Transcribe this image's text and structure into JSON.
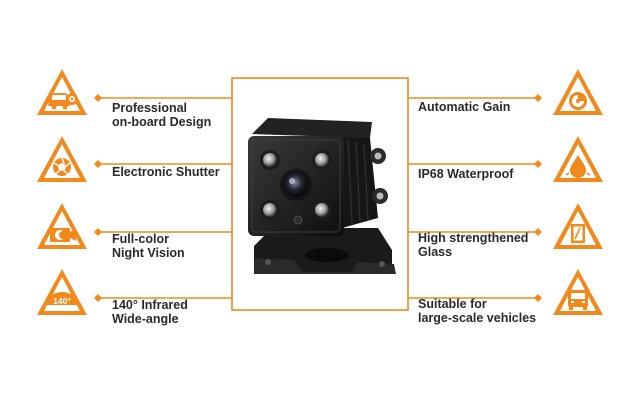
{
  "accent_color": "#f08a1c",
  "left_features": [
    {
      "icon": "car-camera-icon",
      "label": "Professional\non-board Design"
    },
    {
      "icon": "aperture-shutter-icon",
      "label": "Electronic Shutter"
    },
    {
      "icon": "night-camera-moon-icon",
      "label": "Full-color\nNight Vision"
    },
    {
      "icon": "wide-angle-140-icon",
      "label": "140° Infrared\nWide-angle",
      "badge": "140°"
    }
  ],
  "right_features": [
    {
      "icon": "gain-spiral-icon",
      "label": "Automatic Gain"
    },
    {
      "icon": "water-drop-icon",
      "label": "IP68 Waterproof"
    },
    {
      "icon": "glass-panel-icon",
      "label": "High strengthened\nGlass"
    },
    {
      "icon": "bus-truck-icon",
      "label": "Suitable for\nlarge-scale vehicles"
    }
  ],
  "product_image": {
    "icon": "vehicle-camera-product"
  }
}
